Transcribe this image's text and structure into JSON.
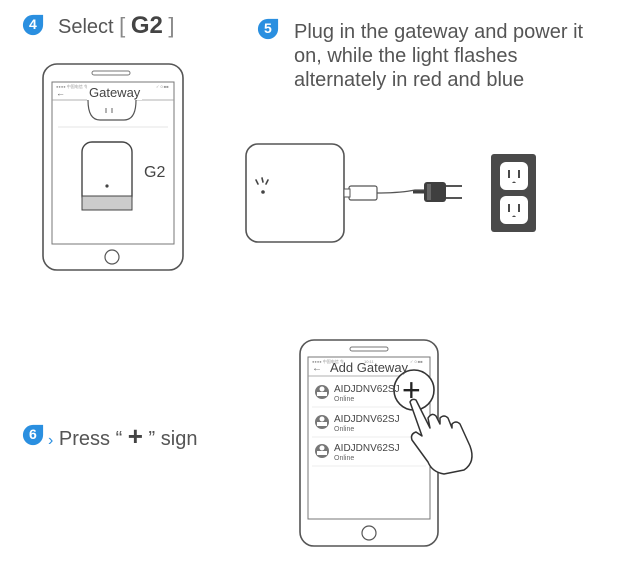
{
  "step4": {
    "number": "4",
    "text_prefix": "Select",
    "bracket_open": "[",
    "model": "G2",
    "bracket_close": "]"
  },
  "step5": {
    "number": "5",
    "text": "Plug in the gateway and power it on, while the light flashes alternately in red and blue"
  },
  "step6": {
    "number": "6",
    "text_prefix": "Press “",
    "plus": "+",
    "text_suffix": "” sign"
  },
  "phone1": {
    "status_left": "●●●● 中国电信 令",
    "status_time": "10:11",
    "status_right": "✓ 0 ■■",
    "back": "←",
    "title": "Gateway",
    "device_label": "G2"
  },
  "phone2": {
    "status_left": "●●●● 中国电信 令",
    "status_time": "10:11",
    "status_right": "✓ 0 ■■",
    "back": "←",
    "title": "Add Gateway",
    "devices": [
      {
        "name": "AIDJDNV62SJ",
        "status": "Online"
      },
      {
        "name": "AIDJDNV62SJ",
        "status": "Online"
      },
      {
        "name": "AIDJDNV62SJ",
        "status": "Online"
      }
    ],
    "add_button": "+"
  },
  "colors": {
    "accent": "#2a8fe0",
    "line": "#555555",
    "outlet": "#4a4a4a"
  },
  "icons": [
    "step-badge-icon",
    "phone-illustration",
    "gateway-device",
    "power-plug-icon",
    "wall-outlet",
    "hand-pointer-icon",
    "user-avatar-icon"
  ]
}
